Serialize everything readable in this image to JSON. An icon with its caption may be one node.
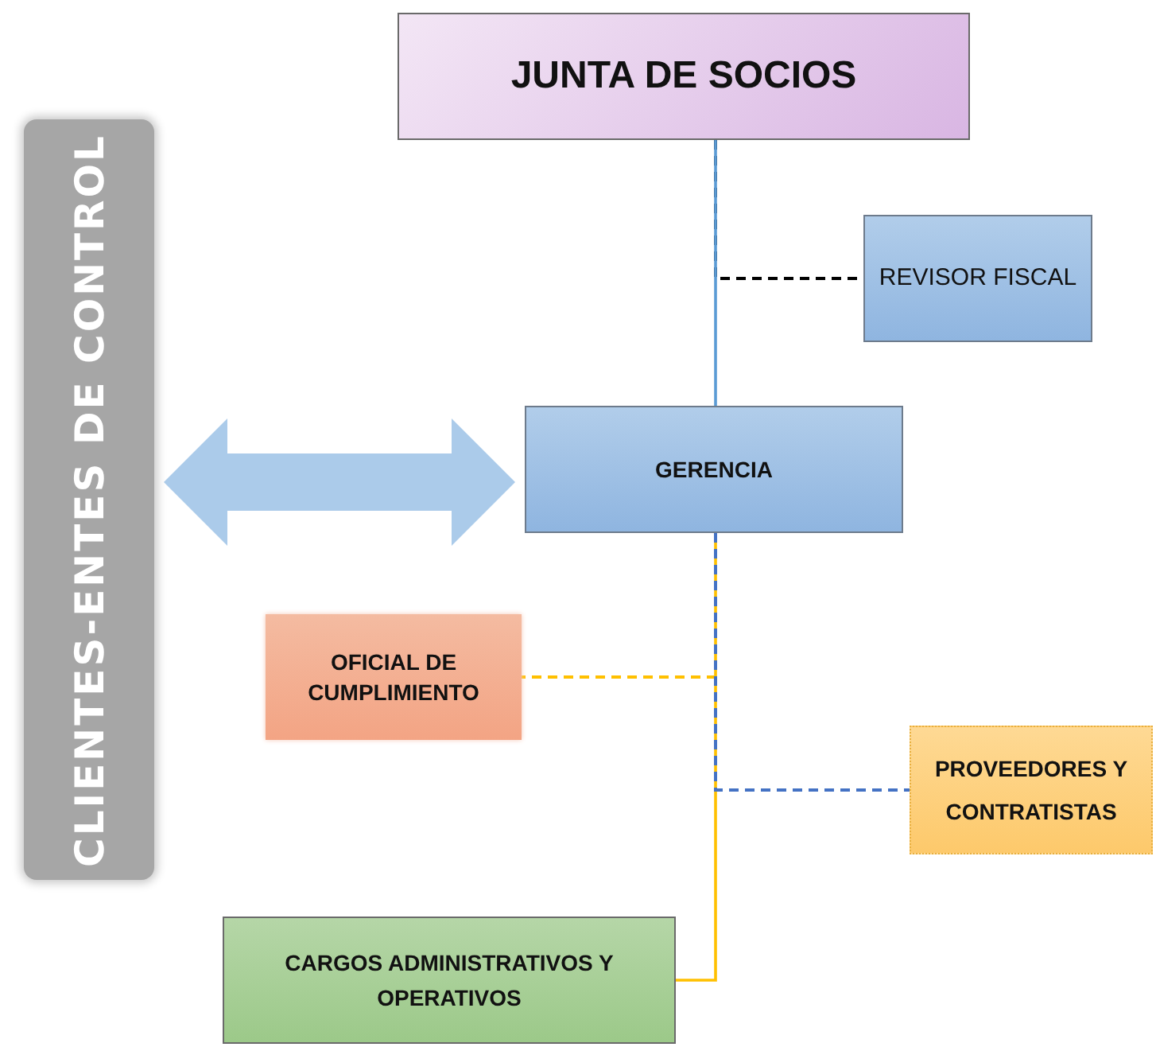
{
  "diagram": {
    "nodes": [
      {
        "text": [
          "JUNTA DE SOCIOS"
        ]
      },
      {
        "text": [
          "REVISOR FISCAL"
        ]
      },
      {
        "text": [
          "CLIENTES-ENTES DE CONTROL"
        ]
      },
      {
        "text": [
          "GERENCIA"
        ]
      },
      {
        "text": [
          "OFICIAL DE CUMPLIMIENTO"
        ]
      },
      {
        "text": [
          "PROVEEDORES Y CONTRATISTAS"
        ]
      },
      {
        "text": [
          "CARGOS ADMINISTRATIVOS Y OPERATIVOS"
        ]
      }
    ],
    "edges": [
      {
        "from": 0,
        "to": 3,
        "arrow": "none",
        "color": "#5b9bd5"
      },
      {
        "from": 0,
        "to": 1,
        "arrow": "none",
        "style": "dashed",
        "color": "#000000"
      },
      {
        "from": 2,
        "to": 3,
        "arrow": "both",
        "style": "thick",
        "color": "#abcbea"
      },
      {
        "from": 3,
        "to": 6,
        "arrow": "none",
        "color": "#ffc000"
      },
      {
        "from": 3,
        "to": 4,
        "arrow": "none",
        "style": "dashed",
        "color": "#ffc000"
      },
      {
        "from": 3,
        "to": 5,
        "arrow": "none",
        "style": "dashed",
        "color": "#4472c4"
      }
    ]
  }
}
